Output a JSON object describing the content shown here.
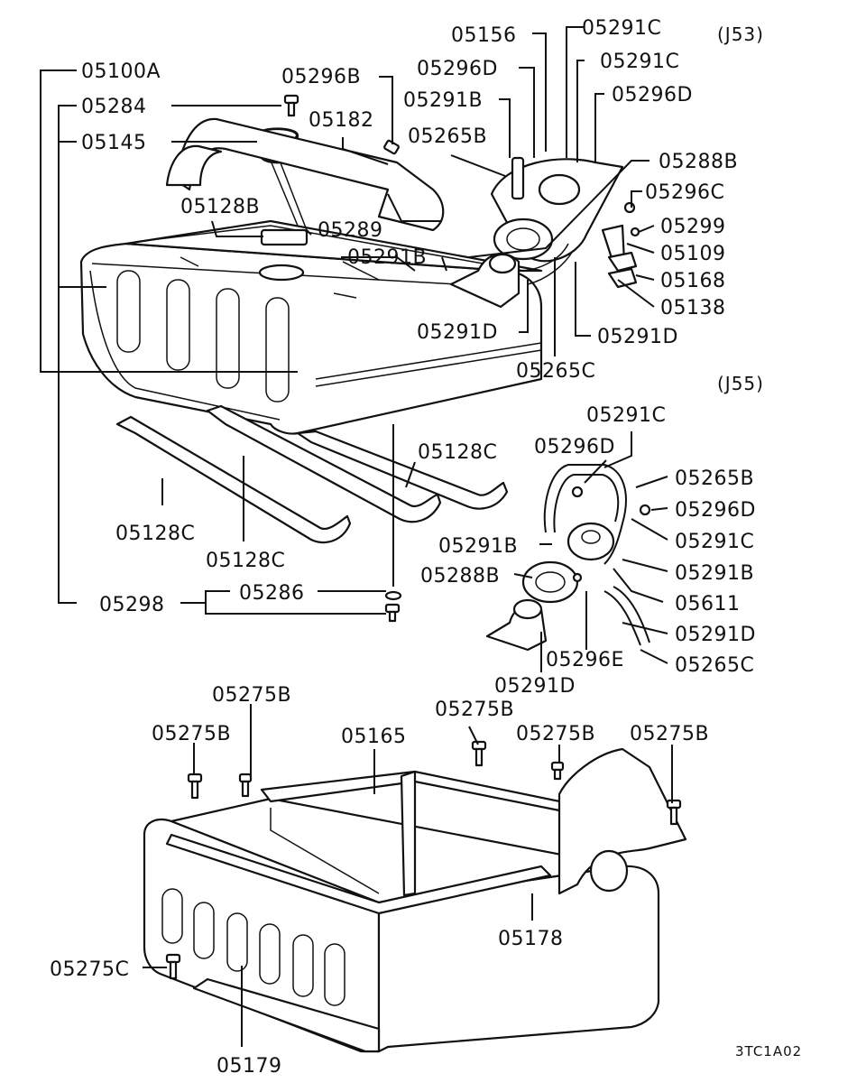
{
  "variants": {
    "j53": "(J53)",
    "j55": "(J55)"
  },
  "drawing_code": "3TC1A02",
  "labels": {
    "p05100A": "05100A",
    "p05284": "05284",
    "p05145": "05145",
    "p05296B": "05296B",
    "p05182": "05182",
    "p05128B": "05128B",
    "p05289": "05289",
    "p05291B_top": "05291B",
    "p05156": "05156",
    "p05291C_a": "05291C",
    "p05296D_top": "05296D",
    "p05291C_b": "05291C",
    "p05291B_b": "05291B",
    "p05296D_right": "05296D",
    "p05265B_top": "05265B",
    "p05288B_top": "05288B",
    "p05296C_top": "05296C",
    "p05299": "05299",
    "p05109": "05109",
    "p05168": "05168",
    "p05138": "05138",
    "p05291D_a": "05291D",
    "p05291D_b": "05291D",
    "p05265C_top": "05265C",
    "p05128C_mid": "05128C",
    "p05128C_left": "05128C",
    "p05128C_center": "05128C",
    "p05298": "05298",
    "p05286": "05286",
    "p05291C_j55": "05291C",
    "p05296D_j55": "05296D",
    "p05265B_j55": "05265B",
    "p05296D_j55b": "05296D",
    "p05291B_j55": "05291B",
    "p05291C_j55b": "05291C",
    "p05288B_j55": "05288B",
    "p05291B_j55b": "05291B",
    "p05611": "05611",
    "p05291D_j55": "05291D",
    "p05296E": "05296E",
    "p05265C_j55": "05265C",
    "p05291D_j55b": "05291D",
    "p05275B_a": "05275B",
    "p05275B_b": "05275B",
    "p05275B_c": "05275B",
    "p05275B_d": "05275B",
    "p05275B_e": "05275B",
    "p05165": "05165",
    "p05178": "05178",
    "p05275C": "05275C",
    "p05179": "05179"
  }
}
